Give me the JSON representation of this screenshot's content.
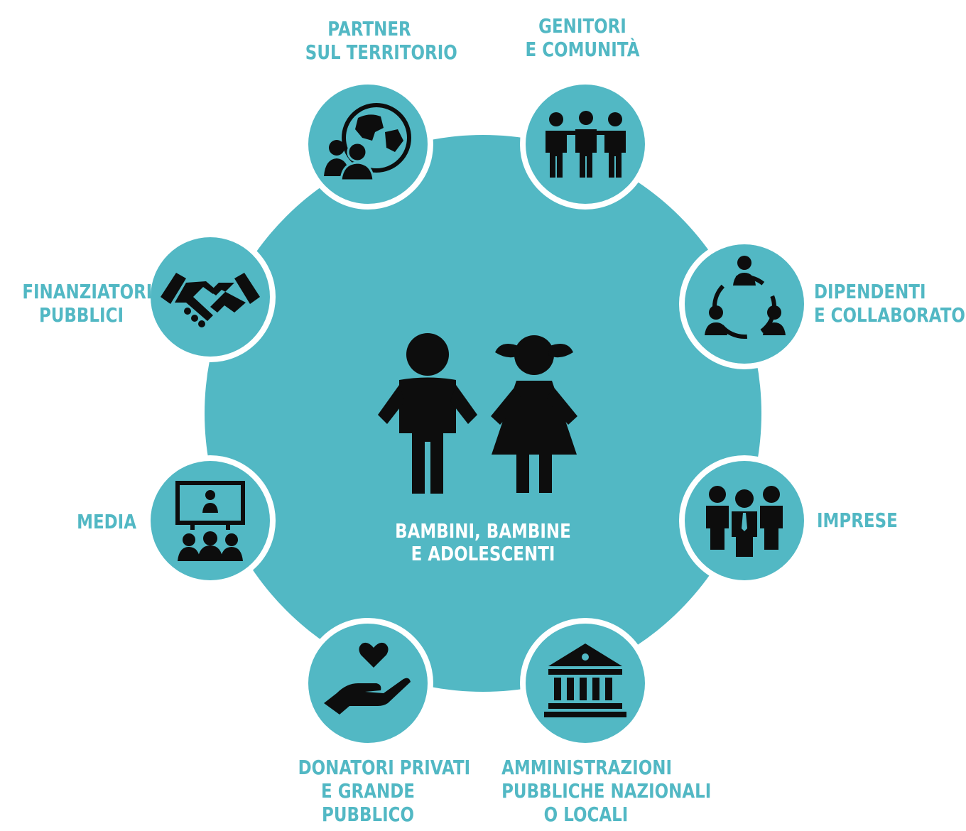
{
  "center": {
    "line1": "BAMBINI, BAMBINE",
    "line2": "E ADOLESCENTI",
    "icon": "children-icon"
  },
  "colors": {
    "teal": "#52b8c4",
    "icon": "#0d0d0d",
    "ring": "#ffffff"
  },
  "stakeholders": [
    {
      "id": "partner",
      "icon": "globe-people-icon",
      "lines": [
        "PARTNER",
        "SUL TERRITORIO"
      ]
    },
    {
      "id": "genitori",
      "icon": "community-people-icon",
      "lines": [
        "GENITORI",
        "E COMUNITÀ"
      ]
    },
    {
      "id": "dipendenti",
      "icon": "team-cycle-icon",
      "lines": [
        "DIPENDENTI",
        "E COLLABORATORI"
      ]
    },
    {
      "id": "imprese",
      "icon": "business-people-icon",
      "lines": [
        "IMPRESE"
      ]
    },
    {
      "id": "amministrazioni",
      "icon": "government-building-icon",
      "lines": [
        "AMMINISTRAZIONI",
        "PUBBLICHE NAZIONALI",
        "O LOCALI"
      ]
    },
    {
      "id": "donatori",
      "icon": "hand-heart-icon",
      "lines": [
        "DONATORI PRIVATI",
        "E GRANDE",
        "PUBBLICO"
      ]
    },
    {
      "id": "media",
      "icon": "presentation-audience-icon",
      "lines": [
        "MEDIA"
      ]
    },
    {
      "id": "finanziatori",
      "icon": "handshake-icon",
      "lines": [
        "FINANZIATORI",
        "PUBBLICI"
      ]
    }
  ]
}
